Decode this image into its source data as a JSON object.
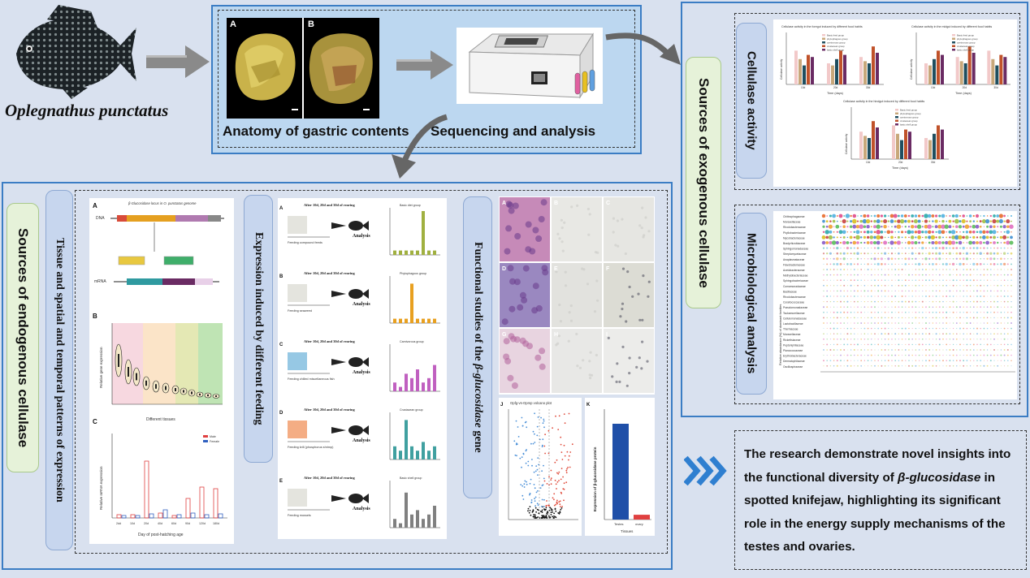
{
  "fish_name": "Oplegnathus punctatus",
  "top": {
    "anatomy_caption": "Anatomy of gastric contents",
    "sequencing_caption": "Sequencing and analysis",
    "photo_a_letter": "A",
    "photo_b_letter": "B"
  },
  "exogenous": {
    "main_label": "Sources of exogenous cellulase",
    "cellulase_label": "Cellulase activity",
    "micro_label": "Microbiological analysis"
  },
  "endogenous": {
    "main_label": "Sources of endogenous cellulase",
    "tissue_label": "Tissue and spatial and temporal patterns of expression",
    "feeding_label": "Expression induced by different feeding",
    "functional_label_prefix": "Functional studies of the ",
    "functional_label_gene": "β-glucosidase",
    "functional_label_suffix": " gene"
  },
  "tissue_panels": {
    "a_title": "β-Glucosidase locus in O. punctatus genome",
    "a_dna": "DNA",
    "a_mrna": "mRNA",
    "b_ylabel": "Relative gene expression",
    "b_xlabel": "Different tissues",
    "c_ylabel": "Relative mRNA expression",
    "c_xlabel": "Day of post-hatching age",
    "c_ticks": [
      "2dd",
      "10d",
      "20d",
      "40d",
      "60d",
      "90d",
      "120d",
      "180d"
    ],
    "c_legend": [
      "Male",
      "Female"
    ]
  },
  "feeding_rows": [
    {
      "letter": "A",
      "text": "After 10d, 20d and 30d of rearing",
      "feed": "Feeding compound feeds",
      "group": "Basic diet group"
    },
    {
      "letter": "B",
      "text": "After 10d, 20d and 30d of rearing",
      "feed": "Feeding seaweed",
      "group": "Phytophagous group"
    },
    {
      "letter": "C",
      "text": "After 10d, 20d and 30d of rearing",
      "feed": "Feeding chilled miscellaneous fish",
      "group": "Carnivorous group"
    },
    {
      "letter": "D",
      "text": "After 10d, 20d and 30d of rearing",
      "feed": "Feeding krill (phosphorus shrimp)",
      "group": "Crustacean group"
    },
    {
      "letter": "E",
      "text": "After 10d, 20d and 30d of rearing",
      "feed": "Feeding mussels",
      "group": "Basic shell group"
    }
  ],
  "feeding_analysis_word": "Analysis",
  "functional_panels": {
    "histo_letters": [
      "A",
      "B",
      "C",
      "D",
      "E",
      "F",
      "G",
      "H",
      "I"
    ],
    "volcano_title": "Opfg-vs-Opmp volcano plot",
    "volcano_letter": "J",
    "bar_letter": "K",
    "bar_ylabel": "Expression of β-glucosidase protein",
    "bar_xlabel": "Tissues",
    "bar_categories": [
      "Testes",
      "ovary"
    ],
    "bar_values": [
      100,
      5
    ]
  },
  "cellulase_charts": {
    "chart1_title": "Cellulase activity in the foregut induced by different food habits",
    "chart2_title": "Cellulase activity in the midgut induced by different food habits",
    "chart3_title": "Cellulase activity in the hindgut induced by different food habits",
    "xlabel": "Time (days)",
    "ylabel": "Cellulase activity",
    "groups": [
      "Basic feed group",
      "phytophagous group",
      "carnivorous group",
      "crustacean group",
      "basic shell group"
    ],
    "group_colors": [
      "#f2c9c9",
      "#c8a77a",
      "#1f4e5f",
      "#c0522a",
      "#6a2b63"
    ],
    "times": [
      "10d",
      "20d",
      "30d"
    ]
  },
  "micro_chart": {
    "ylabel": "Relative abundance (%) of dominant families",
    "families": [
      "Chitinophagaceae",
      "Moraxellaceae",
      "Rhodobacteraceae",
      "Phyllobacteriaceae",
      "Mycobacteriaceae",
      "Bradyrhizobiaceae",
      "Sphingomonadaceae",
      "Streptomycetaceae",
      "Anaplasmataceae",
      "Flavobacteriaceae",
      "Acetobacteraceae",
      "Methylobacteriaceae",
      "Sphingobacteriaceae",
      "Comamonadaceae",
      "Bacillaceae",
      "Rhodobacteraceae",
      "Corallococcaceae",
      "Pseudomonadaceae",
      "Tsukamurellaceae",
      "Cellulomonadaceae",
      "Lactobacillaceae",
      "Thermaceae",
      "Moraxellaceae",
      "Rickettsiaceae",
      "Peptoniphilaceae",
      "Planococcaceae",
      "Erythrobacteraceae",
      "Dermatophilaceae",
      "Oscillospiraceae"
    ]
  },
  "conclusion": {
    "part1": "The research demonstrate novel insights into the functional diversity of ",
    "gene": "β-glucosidase",
    "part2": " in spotted knifejaw, highlighting its significant role in the energy supply mechanisms of the testes and ovaries."
  }
}
